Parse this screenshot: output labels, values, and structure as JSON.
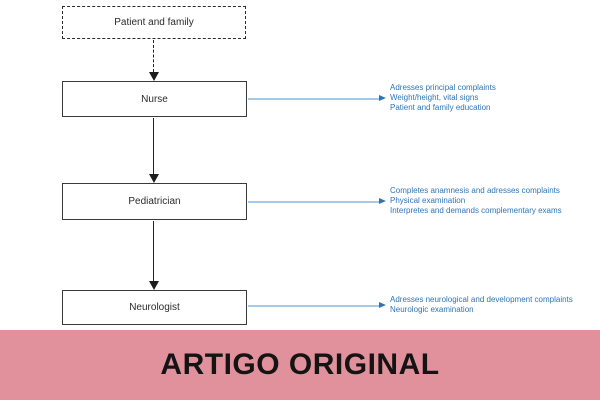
{
  "diagram": {
    "nodes": [
      {
        "id": "patient",
        "label": "Patient and family"
      },
      {
        "id": "nurse",
        "label": "Nurse"
      },
      {
        "id": "pediatrician",
        "label": "Pediatrician"
      },
      {
        "id": "neurologist",
        "label": "Neurologist"
      }
    ],
    "annotations": [
      {
        "target": "nurse",
        "lines": [
          "Adresses principal complaints",
          "Weight/height, vital signs",
          "Patient and family education"
        ]
      },
      {
        "target": "pediatrician",
        "lines": [
          "Completes anamnesis and adresses complaints",
          "Physical examination",
          "Interpretes and demands complementary exams"
        ]
      },
      {
        "target": "neurologist",
        "lines": [
          "Adresses neurological and development complaints",
          "Neurologic examination"
        ]
      }
    ]
  },
  "banner": {
    "label": "ARTIGO ORIGINAL"
  },
  "colors": {
    "annotation_text": "#2E75B6",
    "connector_line": "#A6C9E8",
    "flow_line": "#222222",
    "box_border": "#3a3a3a",
    "banner_background": "#E0919B",
    "banner_text": "#141414"
  }
}
